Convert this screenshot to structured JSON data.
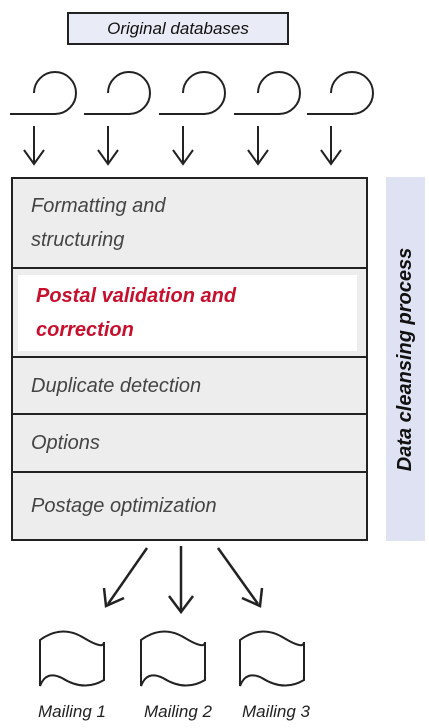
{
  "source": {
    "label": "Original databases"
  },
  "steps": [
    {
      "label": "Formatting and structuring",
      "highlight": false
    },
    {
      "label": "Postal validation and correction",
      "highlight": true
    },
    {
      "label": "Duplicate detection",
      "highlight": false
    },
    {
      "label": "Options",
      "highlight": false
    },
    {
      "label": "Postage optimization",
      "highlight": false
    }
  ],
  "process": {
    "label": "Data cleansing process"
  },
  "outputs": [
    {
      "label": "Mailing 1"
    },
    {
      "label": "Mailing 2"
    },
    {
      "label": "Mailing 3"
    }
  ],
  "colors": {
    "highlight": "#c8102e",
    "accent": "#dee2f2"
  },
  "icons": {
    "database": "database-reel-icon",
    "document": "document-icon",
    "arrow": "arrow-down-icon"
  }
}
